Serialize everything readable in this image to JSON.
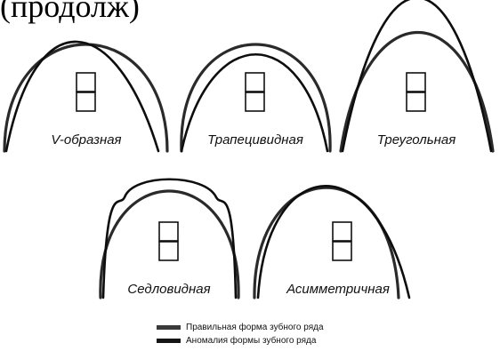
{
  "top_text": "(продолж)",
  "arches": [
    {
      "id": "v-shaped",
      "label": "V-образная"
    },
    {
      "id": "trapezoid",
      "label": "Трапецивидная"
    },
    {
      "id": "triangular",
      "label": "Треугольная"
    },
    {
      "id": "saddle",
      "label": "Седловидная"
    },
    {
      "id": "asymmetric",
      "label": "Асимметричная"
    }
  ],
  "legend": {
    "items": [
      {
        "label": "Правильная форма зубного ряда",
        "color": "#3a3a3a"
      },
      {
        "label": "Аномалия формы зубного ряда",
        "color": "#151515"
      }
    ]
  }
}
